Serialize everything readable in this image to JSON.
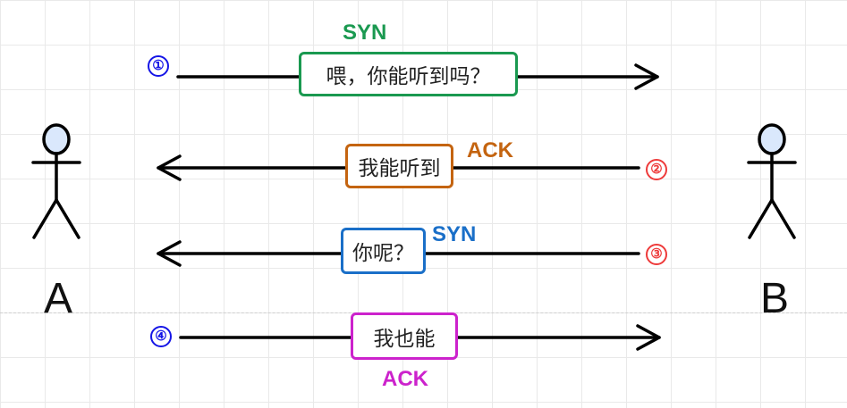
{
  "actors": {
    "left": "A",
    "right": "B"
  },
  "colors": {
    "green": "#1a9950",
    "orange": "#c46410",
    "blue_box": "#1a6fc8",
    "magenta": "#cc22cc",
    "blue_marker": "#1515e6",
    "red_marker": "#ee3a3a",
    "arrow": "#000000"
  },
  "steps": [
    {
      "marker": "①",
      "message": "喂，你能听到吗？",
      "flag": "SYN",
      "direction": "A→B"
    },
    {
      "marker": "②",
      "message": "我能听到",
      "flag": "ACK",
      "direction": "B→A"
    },
    {
      "marker": "③",
      "message": "你呢？",
      "flag": "SYN",
      "direction": "B→A"
    },
    {
      "marker": "④",
      "message": "我也能",
      "flag": "ACK",
      "direction": "A→B"
    }
  ]
}
